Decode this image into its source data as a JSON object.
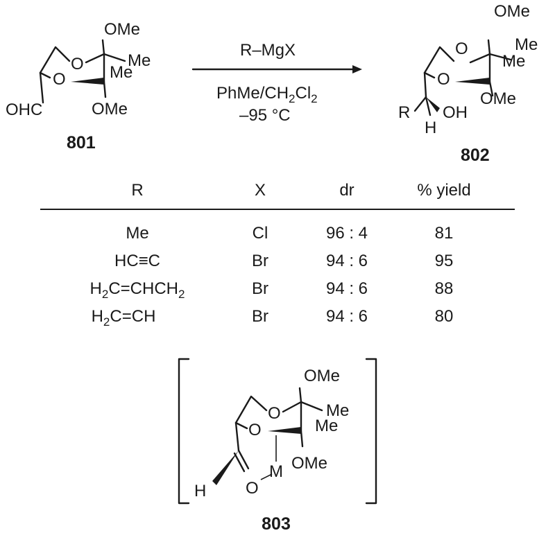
{
  "reaction": {
    "reagent": "R–MgX",
    "solvent_main": "PhMe/CH",
    "solvent_sub": "2",
    "solvent_mid": "Cl",
    "solvent_sub2": "2",
    "temperature": "–95 °C"
  },
  "compound_801": {
    "number": "801",
    "ome_top": "OMe",
    "me_right": "Me",
    "me_inner": "Me",
    "ome_bottom": "OMe",
    "o_ring_upper": "O",
    "o_ring_lower": "O",
    "aldehyde": "OHC"
  },
  "compound_802": {
    "number": "802",
    "ome_top": "OMe",
    "me_right": "Me",
    "me_inner": "Me",
    "ome_bottom": "OMe",
    "o_ring_upper": "O",
    "o_ring_lower": "O",
    "r_group": "R",
    "hydroxyl": "OH",
    "hydrogen": "H"
  },
  "compound_803": {
    "number": "803",
    "ome_top": "OMe",
    "me_right": "Me",
    "me_inner": "Me",
    "ome_bottom": "OMe",
    "o_ring_upper": "O",
    "o_ring_lower": "O",
    "metal": "M",
    "carbonyl_o": "O",
    "hydrogen": "H"
  },
  "table": {
    "headers": [
      "R",
      "X",
      "dr",
      "% yield"
    ],
    "rows": [
      {
        "r": "Me",
        "r_parts": [],
        "x": "Cl",
        "dr": "96 : 4",
        "yield": "81"
      },
      {
        "r": "HC≡C",
        "r_parts": [],
        "x": "Br",
        "dr": "94 : 6",
        "yield": "95"
      },
      {
        "r": "",
        "r_parts": [
          "H",
          "2",
          "C=CHCH",
          "2"
        ],
        "x": "Br",
        "dr": "94 : 6",
        "yield": "88"
      },
      {
        "r": "",
        "r_parts": [
          "H",
          "2",
          "C=CH"
        ],
        "x": "Br",
        "dr": "94 : 6",
        "yield": "80"
      }
    ]
  }
}
